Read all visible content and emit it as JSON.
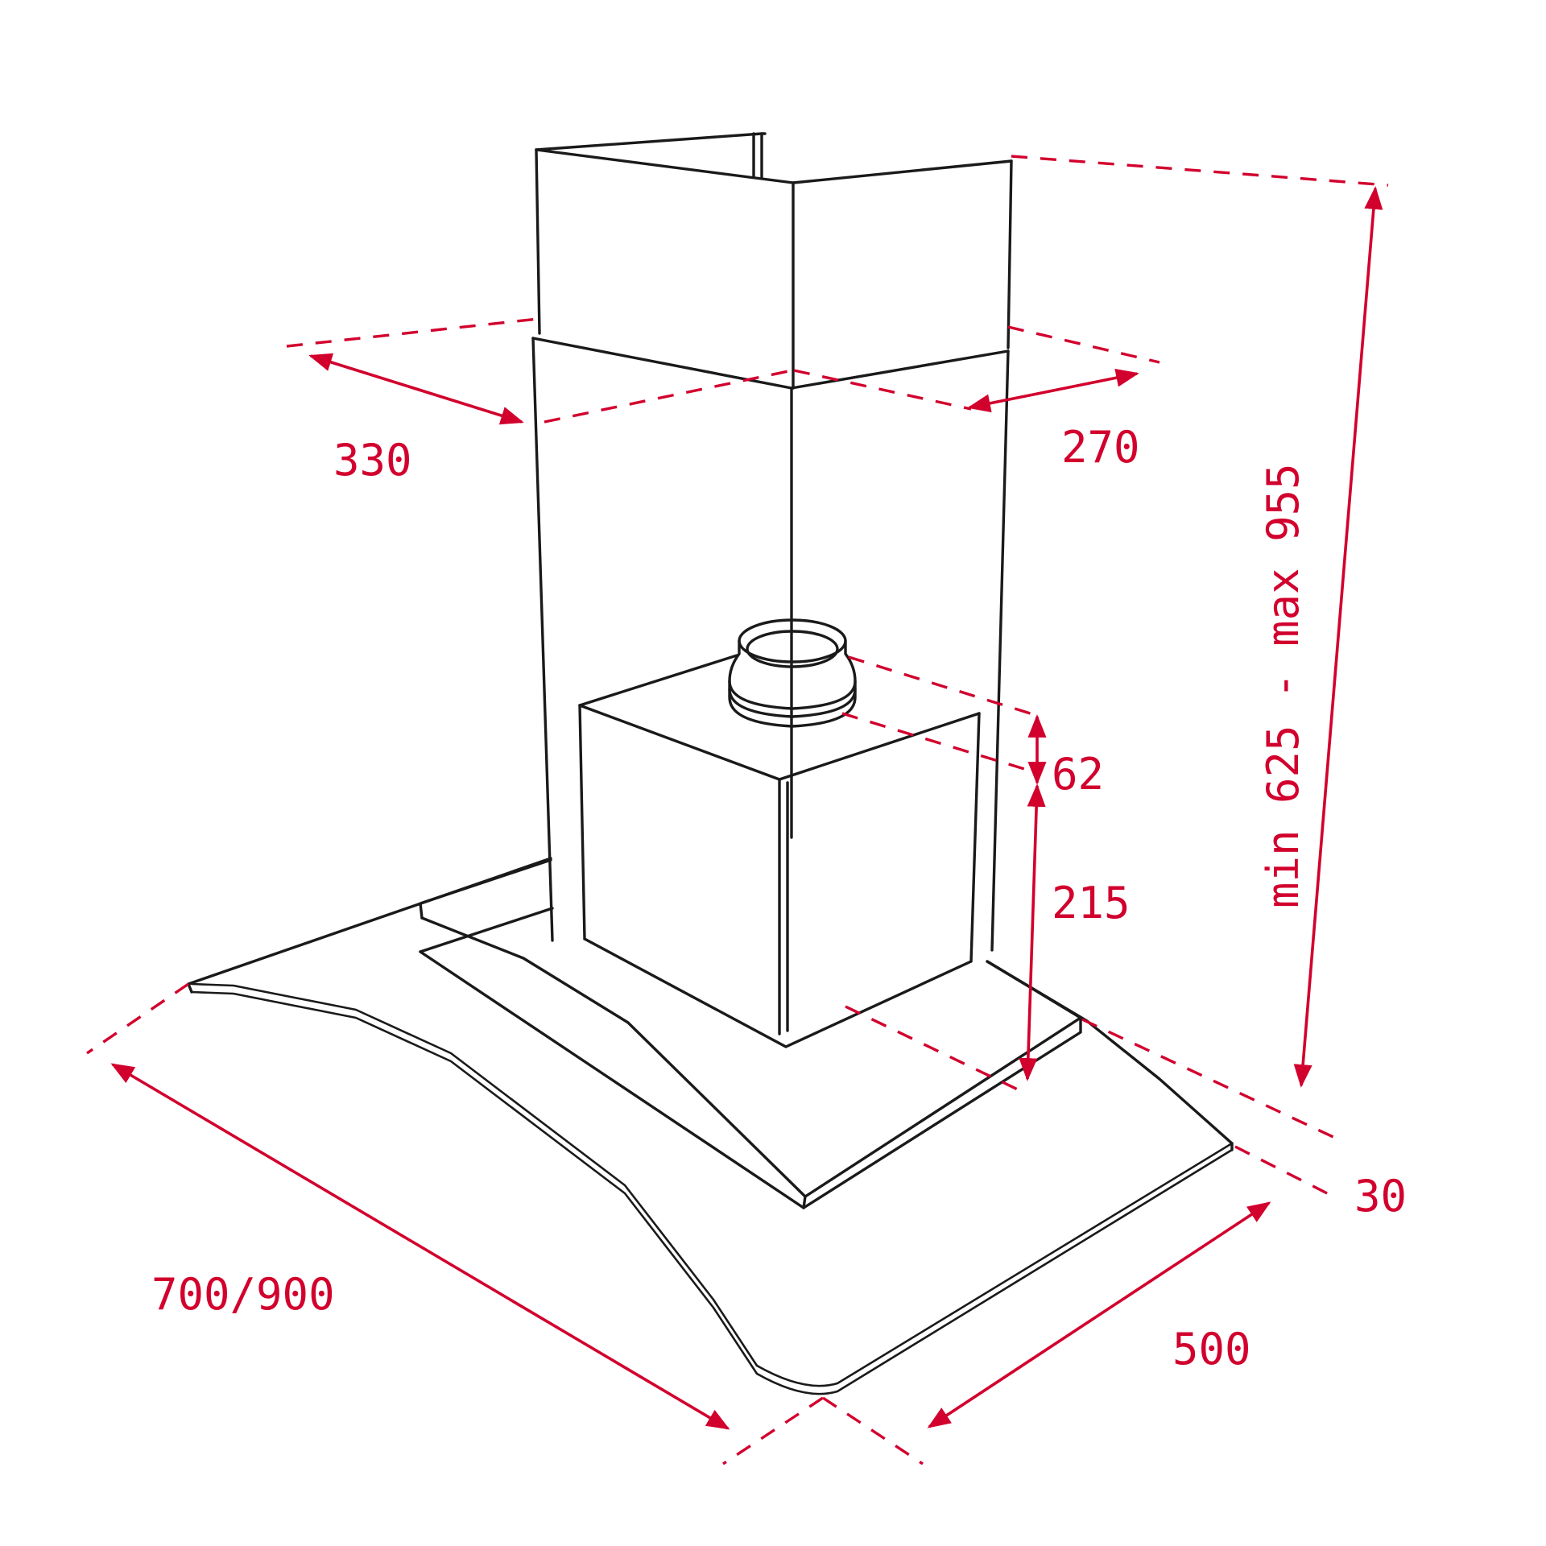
{
  "diagram": {
    "subject": "chimney cooker hood dimension drawing",
    "units": "mm",
    "accent_color": "#d2002d",
    "line_color": "#1a1a1a",
    "dimensions": {
      "chimney_width": "330",
      "chimney_depth": "270",
      "chimney_height_range": "min 625 - max 955",
      "outlet_collar_height": "62",
      "motor_box_height": "215",
      "canopy_thickness": "30",
      "canopy_width": "700/900",
      "canopy_depth": "500"
    }
  }
}
